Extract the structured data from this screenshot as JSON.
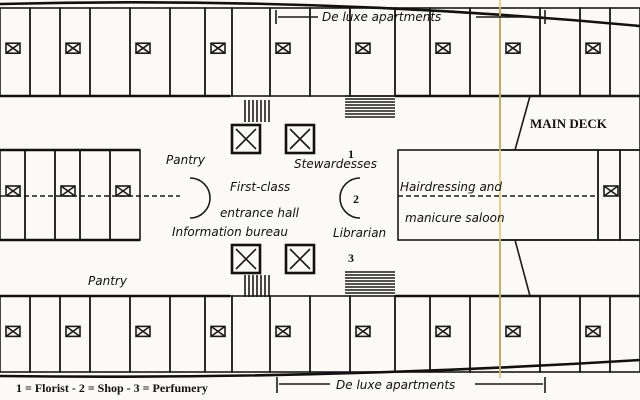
{
  "title": "MAIN DECK",
  "top_span_label": "De luxe apartments",
  "bottom_span_label": "De luxe apartments",
  "labels": {
    "pantry_upper": "Pantry",
    "pantry_lower": "Pantry",
    "stewardesses": "Stewardesses",
    "first_class": "First-class",
    "entrance_hall": "entrance hall",
    "information_bureau": "Information bureau",
    "librarian": "Librarian",
    "hairdressing": "Hairdressing and",
    "manicure": "manicure saloon",
    "num1": "1",
    "num2": "2",
    "num3": "3"
  },
  "legend": "1 = Florist - 2 = Shop - 3 = Perfumery",
  "colors": {
    "ink": "#111111",
    "paper": "#fbfaf6",
    "fold": "#e8c870"
  }
}
